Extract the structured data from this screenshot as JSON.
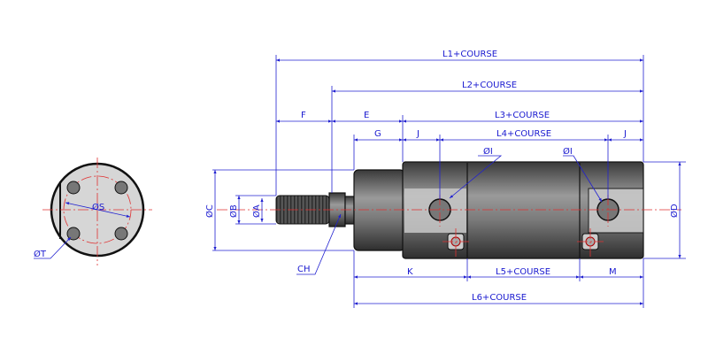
{
  "labels": {
    "L1": "L1+COURSE",
    "L2": "L2+COURSE",
    "F": "F",
    "E": "E",
    "L3": "L3+COURSE",
    "G": "G",
    "J1": "J",
    "L4": "L4+COURSE",
    "J2": "J",
    "I1": "ØI",
    "I2": "ØI",
    "C": "ØC",
    "B": "ØB",
    "A": "ØA",
    "D": "ØD",
    "CH": "CH",
    "K": "K",
    "L5": "L5+COURSE",
    "M": "M",
    "L6": "L6+COURSE",
    "S": "ØS",
    "T": "ØT"
  },
  "colors": {
    "dimension": "#2020d0",
    "centerline": "#e03030",
    "body": "#6e6e6e"
  }
}
